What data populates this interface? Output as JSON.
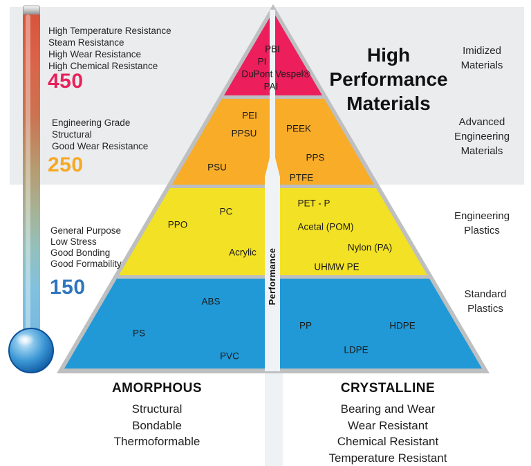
{
  "title": "High Performance Materials",
  "performance_axis": "Performance",
  "colors": {
    "panel_background": "#EAECEE",
    "pyramid_border": "#BDBFC0",
    "center_stripe": "#F0F3F5"
  },
  "temperature_scale": [
    {
      "value": "450",
      "color": "#E8215B",
      "traits": [
        "High Temperature Resistance",
        "Steam Resistance",
        "High Wear Resistance",
        "High Chemical Resistance"
      ]
    },
    {
      "value": "250",
      "color": "#F7A823",
      "traits": [
        "Engineering Grade",
        "Structural",
        "Good Wear Resistance"
      ]
    },
    {
      "value": "150",
      "color": "#2E75BE",
      "traits": [
        "General Purpose",
        "Low Stress",
        "Good Bonding",
        "Good Formability"
      ]
    }
  ],
  "pyramid": {
    "tiers": [
      {
        "name": "Imidized Materials",
        "color": "#EC1E5C",
        "materials": [
          "PBI",
          "PI",
          "DuPont Vespel®",
          "PAI"
        ]
      },
      {
        "name": "Advanced Engineering Materials",
        "color": "#F8AC28",
        "amorphous": [
          "PEI",
          "PPSU",
          "PSU"
        ],
        "crystalline": [
          "PEEK",
          "PPS",
          "PTFE"
        ]
      },
      {
        "name": "Engineering Plastics",
        "color": "#F3E125",
        "amorphous": [
          "PC",
          "PPO",
          "Acrylic"
        ],
        "crystalline": [
          "PET - P",
          "Acetal (POM)",
          "Nylon (PA)",
          "UHMW PE"
        ]
      },
      {
        "name": "Standard Plastics",
        "color": "#2199D6",
        "amorphous": [
          "ABS",
          "PS",
          "PVC"
        ],
        "crystalline": [
          "PP",
          "HDPE",
          "LDPE"
        ]
      }
    ]
  },
  "amorphous_column": {
    "heading": "AMORPHOUS",
    "traits": [
      "Structural",
      "Bondable",
      "Thermoformable"
    ]
  },
  "crystalline_column": {
    "heading": "CRYSTALLINE",
    "traits": [
      "Bearing and Wear",
      "Wear Resistant",
      "Chemical Resistant",
      "Temperature Resistant"
    ]
  }
}
